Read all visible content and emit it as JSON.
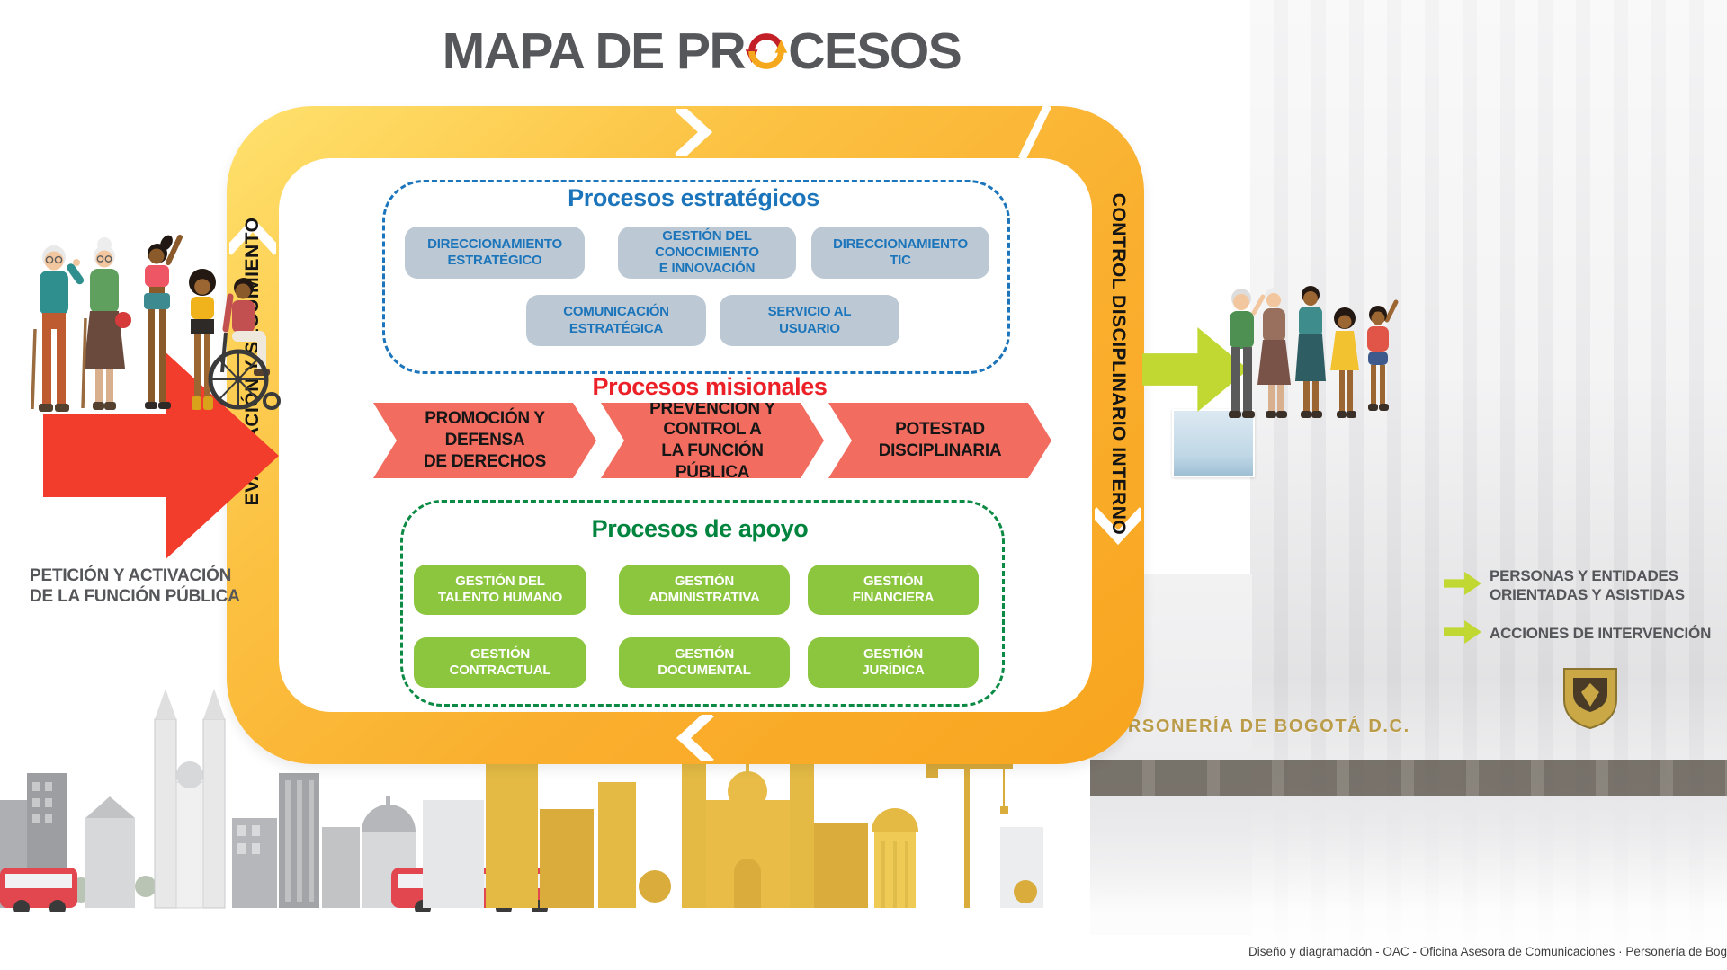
{
  "title": {
    "prefix": "MAPA DE PR",
    "suffix": "CESOS"
  },
  "frame": {
    "left_label": "EVALUACIÓN Y SEGUIMIENTO",
    "right_label": "CONTROL DISCIPLINARIO INTERNO"
  },
  "strategic": {
    "title": "Procesos estratégicos",
    "boxes_row1": [
      "DIRECCIONAMIENTO\nESTRATÉGICO",
      "GESTIÓN DEL CONOCIMIENTO\nE INNOVACIÓN",
      "DIRECCIONAMIENTO\nTIC"
    ],
    "boxes_row2": [
      "COMUNICACIÓN\nESTRATÉGICA",
      "SERVICIO AL\nUSUARIO"
    ]
  },
  "missional": {
    "title": "Procesos misionales",
    "arrows": [
      "PROMOCIÓN Y DEFENSA\nDE DERECHOS",
      "PREVENCIÓN Y CONTROL A\nLA FUNCIÓN PÚBLICA",
      "POTESTAD\nDISCIPLINARIA"
    ]
  },
  "support": {
    "title": "Procesos de apoyo",
    "boxes_row1": [
      "GESTIÓN DEL\nTALENTO HUMANO",
      "GESTIÓN\nADMINISTRATIVA",
      "GESTIÓN\nFINANCIERA"
    ],
    "boxes_row2": [
      "GESTIÓN\nCONTRACTUAL",
      "GESTIÓN\nDOCUMENTAL",
      "GESTIÓN\nJURÍDICA"
    ]
  },
  "input_flow": {
    "label": "PETICIÓN Y ACTIVACIÓN\nDE LA FUNCIÓN PÚBLICA"
  },
  "output_flow": {
    "items": [
      {
        "label": "PERSONAS Y ENTIDADES\nORIENTADAS Y ASISTIDAS"
      },
      {
        "label": "ACCIONES DE INTERVENCIÓN"
      }
    ]
  },
  "background": {
    "building_sign": "PERSONERÍA DE BOGOTÁ D.C."
  },
  "credit": {
    "text": "Diseño y diagramación - OAC - Oficina Asesora de Comunicaciones · Personería de Bogotá, D. C."
  },
  "colors": {
    "frame_yellow": "#FBB034",
    "strategic_blue": "#1C75BB",
    "strategic_box_bg": "#BCC9D4",
    "missional_red_title": "#EC2127",
    "missional_arrow": "#F26C60",
    "support_green_title": "#00843E",
    "support_box_green": "#8CC63F",
    "input_arrow_red": "#F23D2D",
    "output_arrow_lime": "#C1D832",
    "label_gray": "#55565A",
    "title_gray": "#56575B"
  }
}
